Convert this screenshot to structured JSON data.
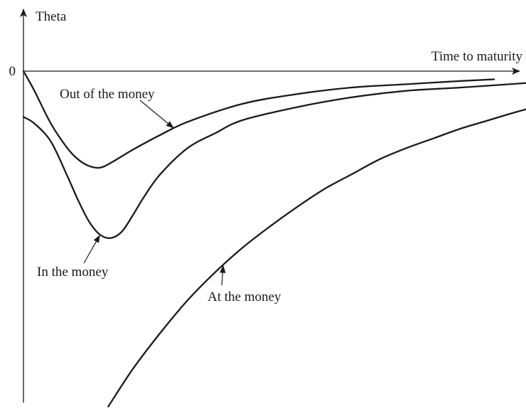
{
  "chart_data": {
    "type": "line",
    "title": "",
    "xlabel": "Time to maturity",
    "ylabel": "Theta",
    "y_zero_label": "0",
    "grid": false,
    "legend": "none",
    "series": [
      {
        "name": "Out of the money",
        "x": [
          0,
          0.02,
          0.05,
          0.08,
          0.1,
          0.12,
          0.14,
          0.16,
          0.2,
          0.25,
          0.3,
          0.4,
          0.5,
          0.6,
          0.7,
          0.8,
          0.86
        ],
        "y": [
          0,
          -0.12,
          -0.32,
          -0.47,
          -0.54,
          -0.58,
          -0.59,
          -0.56,
          -0.48,
          -0.39,
          -0.31,
          -0.2,
          -0.14,
          -0.1,
          -0.08,
          -0.06,
          -0.05
        ]
      },
      {
        "name": "In the money",
        "x": [
          0,
          0.02,
          0.05,
          0.08,
          0.1,
          0.12,
          0.14,
          0.16,
          0.18,
          0.2,
          0.22,
          0.25,
          0.3,
          0.35,
          0.4,
          0.5,
          0.6,
          0.7,
          0.8,
          0.93
        ],
        "y": [
          -0.28,
          -0.32,
          -0.43,
          -0.64,
          -0.79,
          -0.92,
          -1.0,
          -1.02,
          -0.98,
          -0.88,
          -0.77,
          -0.63,
          -0.47,
          -0.38,
          -0.3,
          -0.22,
          -0.16,
          -0.12,
          -0.1,
          -0.07
        ]
      },
      {
        "name": "At the money",
        "x": [
          0.155,
          0.2,
          0.25,
          0.3,
          0.35,
          0.4,
          0.45,
          0.5,
          0.55,
          0.6,
          0.65,
          0.7,
          0.75,
          0.8,
          0.85,
          0.9,
          0.945
        ],
        "y": [
          -2.05,
          -1.82,
          -1.6,
          -1.4,
          -1.23,
          -1.08,
          -0.95,
          -0.83,
          -0.72,
          -0.63,
          -0.54,
          -0.47,
          -0.41,
          -0.35,
          -0.3,
          -0.25,
          -0.21
        ]
      }
    ],
    "annotations": [
      {
        "text": "Out of the money",
        "series": "Out of the money",
        "x": 0.275
      },
      {
        "text": "In the money",
        "series": "In the money",
        "x": 0.14
      },
      {
        "text": "At the money",
        "series": "At the money",
        "x": 0.365
      }
    ]
  }
}
